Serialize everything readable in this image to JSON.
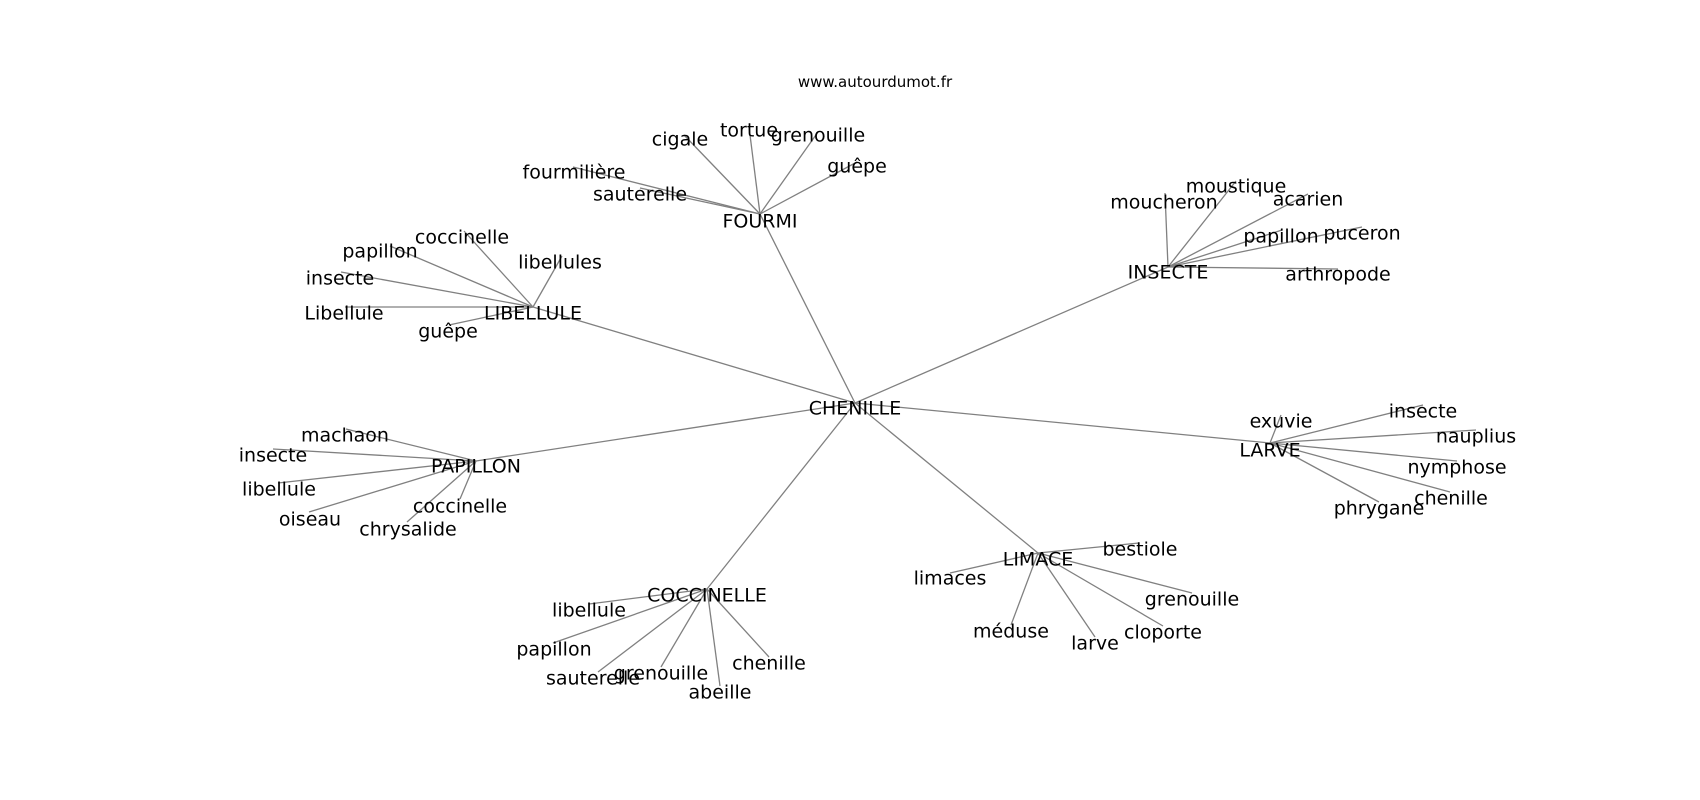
{
  "source": "www.autourdumot.fr",
  "colors": {
    "edge": "#808080",
    "text": "#000000",
    "background": "#ffffff"
  },
  "center": "CHENILLE",
  "groups": [
    {
      "label": "FOURMI",
      "words": [
        "cigale",
        "tortue",
        "grenouille",
        "guêpe",
        "fourmilière",
        "sauterelle"
      ]
    },
    {
      "label": "INSECTE",
      "words": [
        "moustique",
        "moucheron",
        "acarien",
        "papillon",
        "puceron",
        "arthropode"
      ]
    },
    {
      "label": "LIBELLULE",
      "words": [
        "coccinelle",
        "papillon",
        "libellules",
        "insecte",
        "Libellule",
        "guêpe"
      ]
    },
    {
      "label": "LARVE",
      "words": [
        "exuvie",
        "insecte",
        "nauplius",
        "nymphose",
        "chenille",
        "phrygane"
      ]
    },
    {
      "label": "PAPILLON",
      "words": [
        "machaon",
        "insecte",
        "libellule",
        "oiseau",
        "coccinelle",
        "chrysalide"
      ]
    },
    {
      "label": "LIMACE",
      "words": [
        "bestiole",
        "limaces",
        "grenouille",
        "méduse",
        "cloporte",
        "larve"
      ]
    },
    {
      "label": "COCCINELLE",
      "words": [
        "libellule",
        "papillon",
        "sauterelle",
        "grenouille",
        "chenille",
        "abeille"
      ]
    }
  ]
}
